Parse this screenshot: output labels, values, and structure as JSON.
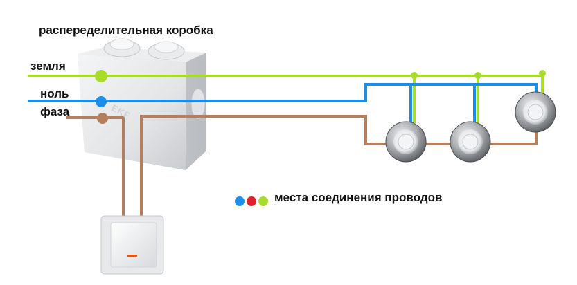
{
  "diagram": {
    "title": "распеределительная коробка",
    "wires": {
      "ground": {
        "label": "земля",
        "color": "#a7dd2a"
      },
      "neutral": {
        "label": "ноль",
        "color": "#1a8ee8"
      },
      "phase": {
        "label": "фаза",
        "color": "#b77e5c"
      }
    },
    "box_brand": "EKF",
    "legend": {
      "text": "места соединения проводов",
      "dot_colors": [
        "#1a8ee8",
        "#e0202a",
        "#a7dd2a"
      ]
    },
    "lamps_count": 3
  }
}
